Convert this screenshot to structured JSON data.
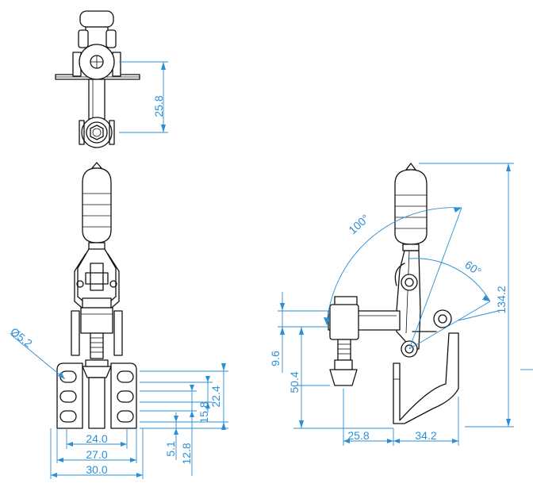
{
  "dimensions": {
    "top_pitch": "25.8",
    "hole_dia": "Ø5.2",
    "slot_15_8": "15.8",
    "slot_22_4": "22.4",
    "slot_5_1": "5.1",
    "slot_12_8": "12.8",
    "width_24": "24.0",
    "width_27": "27.0",
    "width_30": "30.0",
    "angle_100": "100°",
    "angle_60": "60°",
    "height_134": "134.2",
    "height_9_6": "9.6",
    "height_50_4": "50.4",
    "reach_25_8": "25.8",
    "base_34_2": "34.2"
  },
  "colors": {
    "line": "#111111",
    "dimension": "#2b8fd6"
  }
}
